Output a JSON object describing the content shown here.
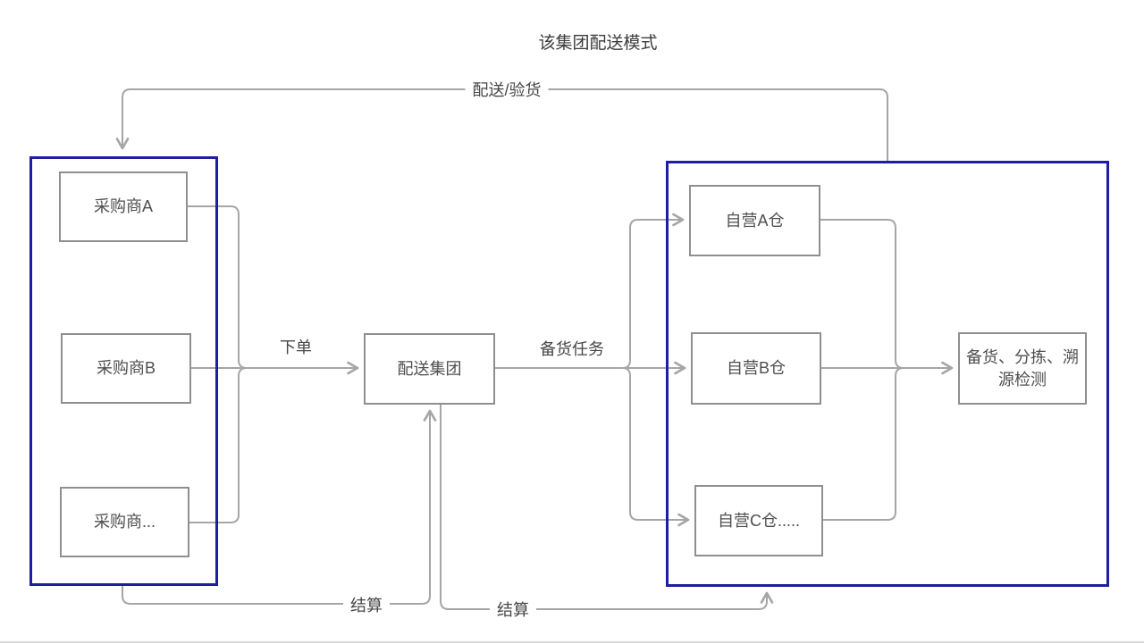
{
  "title": "该集团配送模式",
  "nodes": {
    "purchaser_a": "采购商A",
    "purchaser_b": "采购商B",
    "purchaser_more": "采购商...",
    "group": "配送集团",
    "warehouse_a": "自营A仓",
    "warehouse_b": "自营B仓",
    "warehouse_c": "自营C仓.....",
    "process": "备货、分拣、溯源检测"
  },
  "edge_labels": {
    "delivery_inspection": "配送/验货",
    "place_order": "下单",
    "stocking_task": "备货任务",
    "settlement_left": "结算",
    "settlement_right": "结算"
  },
  "colors": {
    "container_border": "#1e1e9e",
    "node_border": "#8f8f8f",
    "connector": "#a6a6a6",
    "text": "#4a4a4a"
  }
}
